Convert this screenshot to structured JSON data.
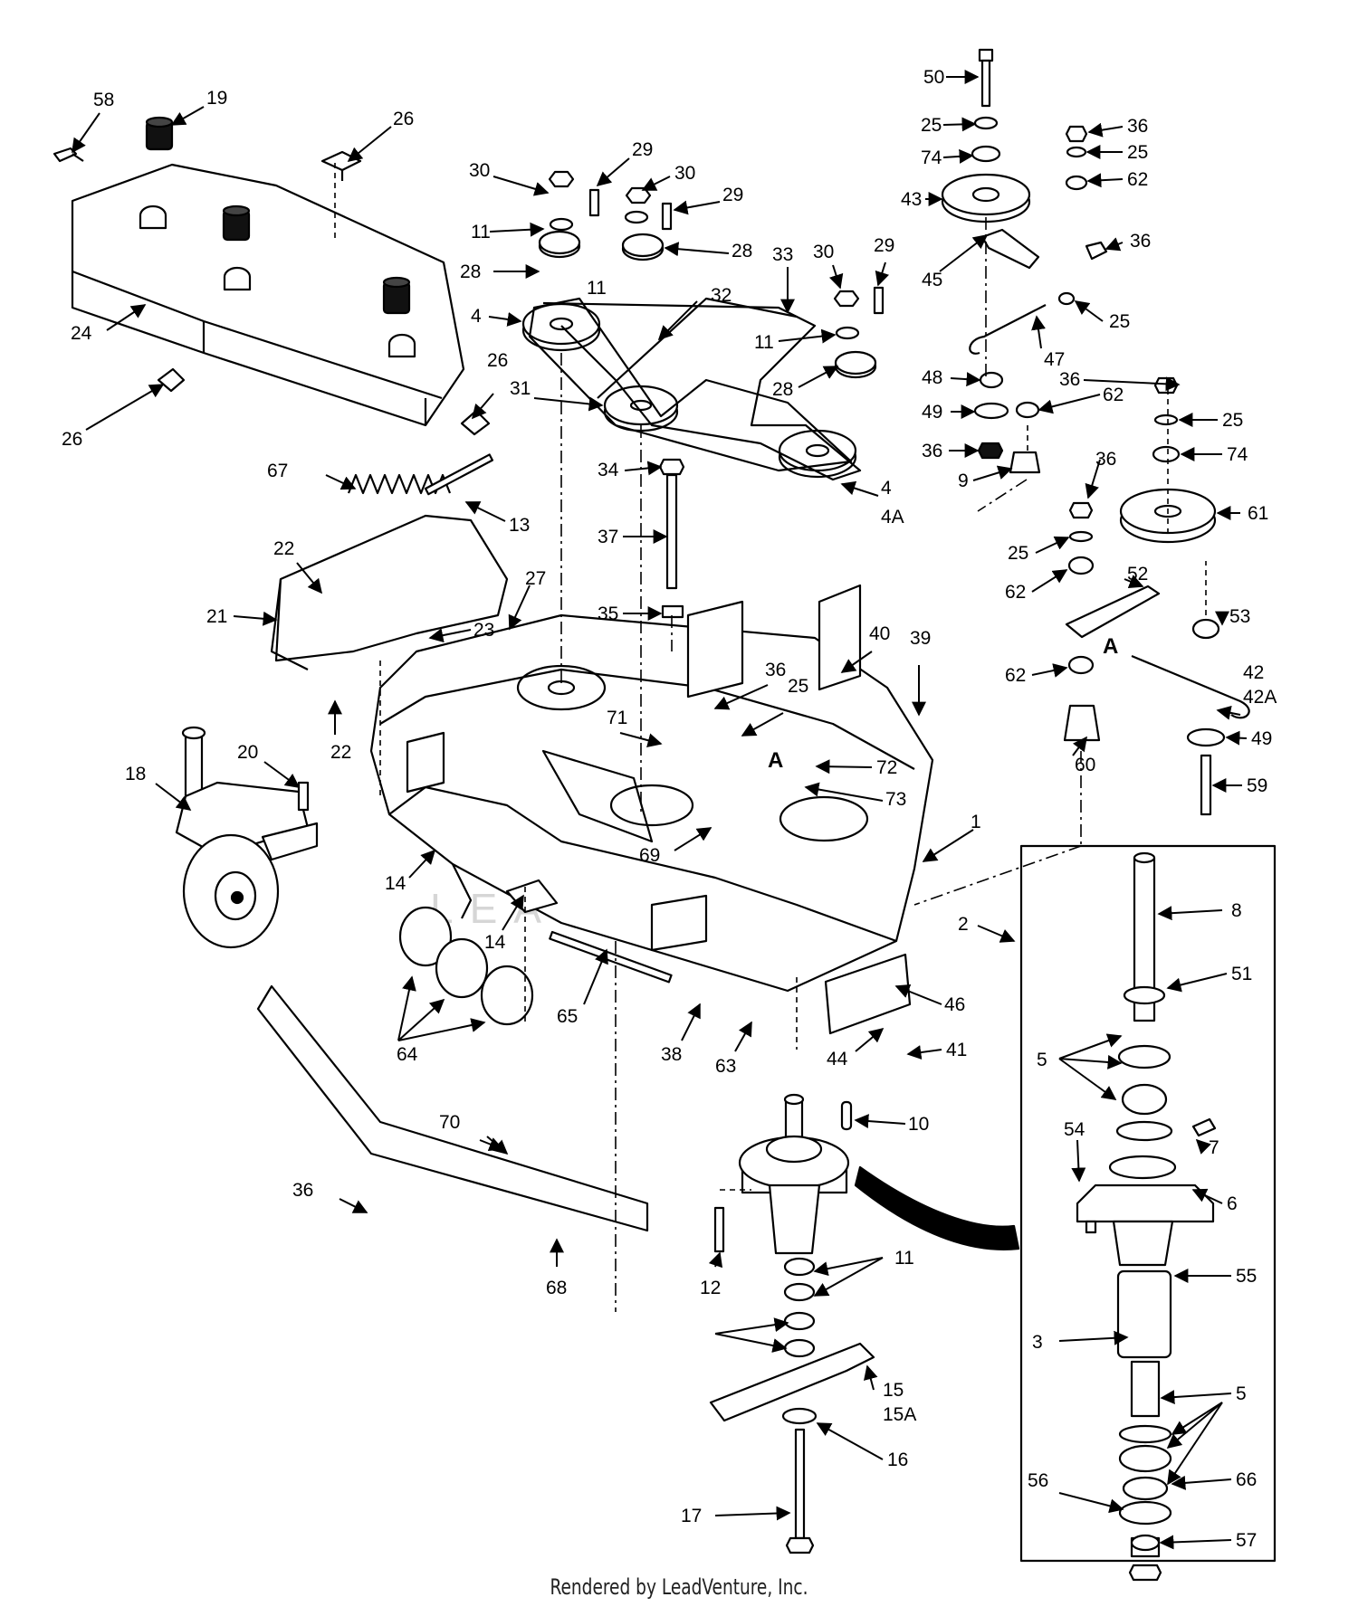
{
  "footer": {
    "text": "Rendered by LeadVenture, Inc."
  },
  "watermark": {
    "text": "LEADVENTURE"
  },
  "section_marker": "A",
  "callouts": [
    "58",
    "19",
    "26",
    "24",
    "26",
    "26",
    "67",
    "13",
    "22",
    "21",
    "23",
    "22",
    "27",
    "30",
    "29",
    "30",
    "29",
    "11",
    "11",
    "28",
    "28",
    "4",
    "32",
    "33",
    "30",
    "29",
    "11",
    "28",
    "31",
    "34",
    "4",
    "4A",
    "37",
    "35",
    "50",
    "25",
    "74",
    "43",
    "36",
    "25",
    "62",
    "45",
    "36",
    "25",
    "47",
    "48",
    "62",
    "49",
    "36",
    "9",
    "36",
    "25",
    "74",
    "61",
    "36",
    "25",
    "62",
    "52",
    "53",
    "A",
    "62",
    "42",
    "42A",
    "49",
    "60",
    "59",
    "40",
    "39",
    "36",
    "25",
    "71",
    "A",
    "72",
    "73",
    "69",
    "1",
    "20",
    "18",
    "14",
    "14",
    "65",
    "64",
    "38",
    "63",
    "46",
    "44",
    "41",
    "2",
    "8",
    "51",
    "5",
    "54",
    "7",
    "6",
    "55",
    "3",
    "5",
    "66",
    "56",
    "57",
    "10",
    "70",
    "36",
    "68",
    "12",
    "11",
    "11",
    "15",
    "15A",
    "16",
    "17"
  ]
}
